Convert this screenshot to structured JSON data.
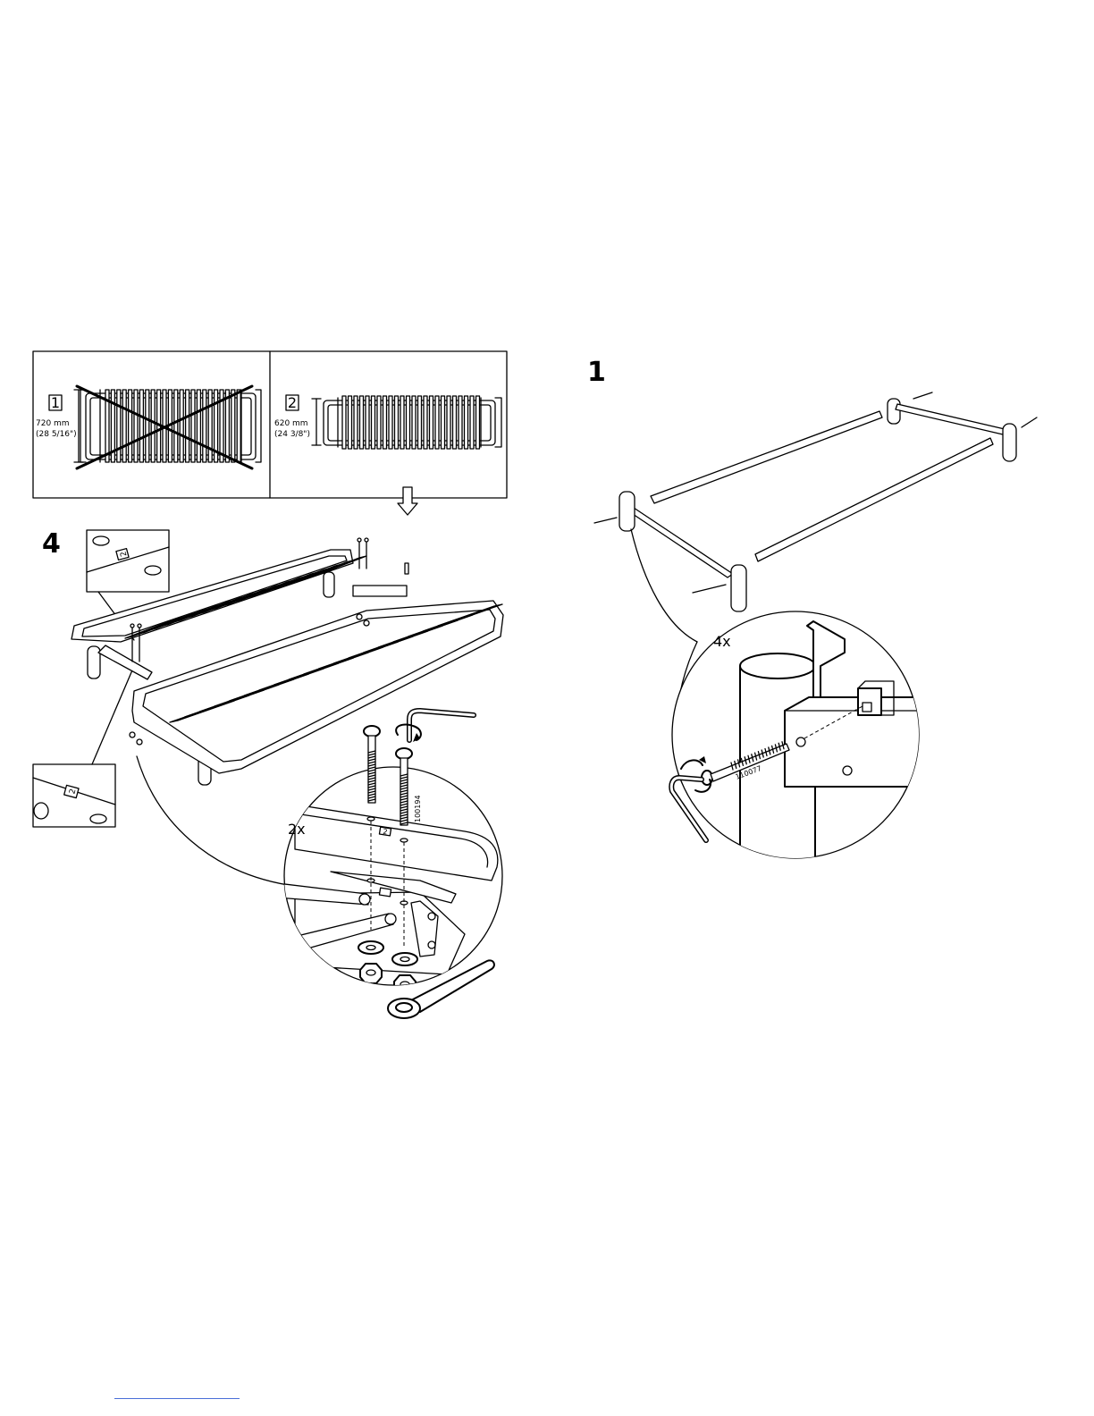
{
  "compare_panel": {
    "option_1": {
      "number": "1",
      "dim_mm": "720 mm",
      "dim_in": "(28 5/16\")"
    },
    "option_2": {
      "number": "2",
      "dim_mm": "620 mm",
      "dim_in": "(24 3/8\")"
    }
  },
  "step_4": {
    "number": "4",
    "quantity": "2x",
    "bolt_code": "100194",
    "part_label": "2"
  },
  "step_1": {
    "number": "1",
    "quantity": "4x",
    "bolt_code": "110077"
  },
  "icons": [
    "down-arrow-icon",
    "rotate-arrow-icon",
    "allen-key-icon",
    "wrench-icon"
  ]
}
